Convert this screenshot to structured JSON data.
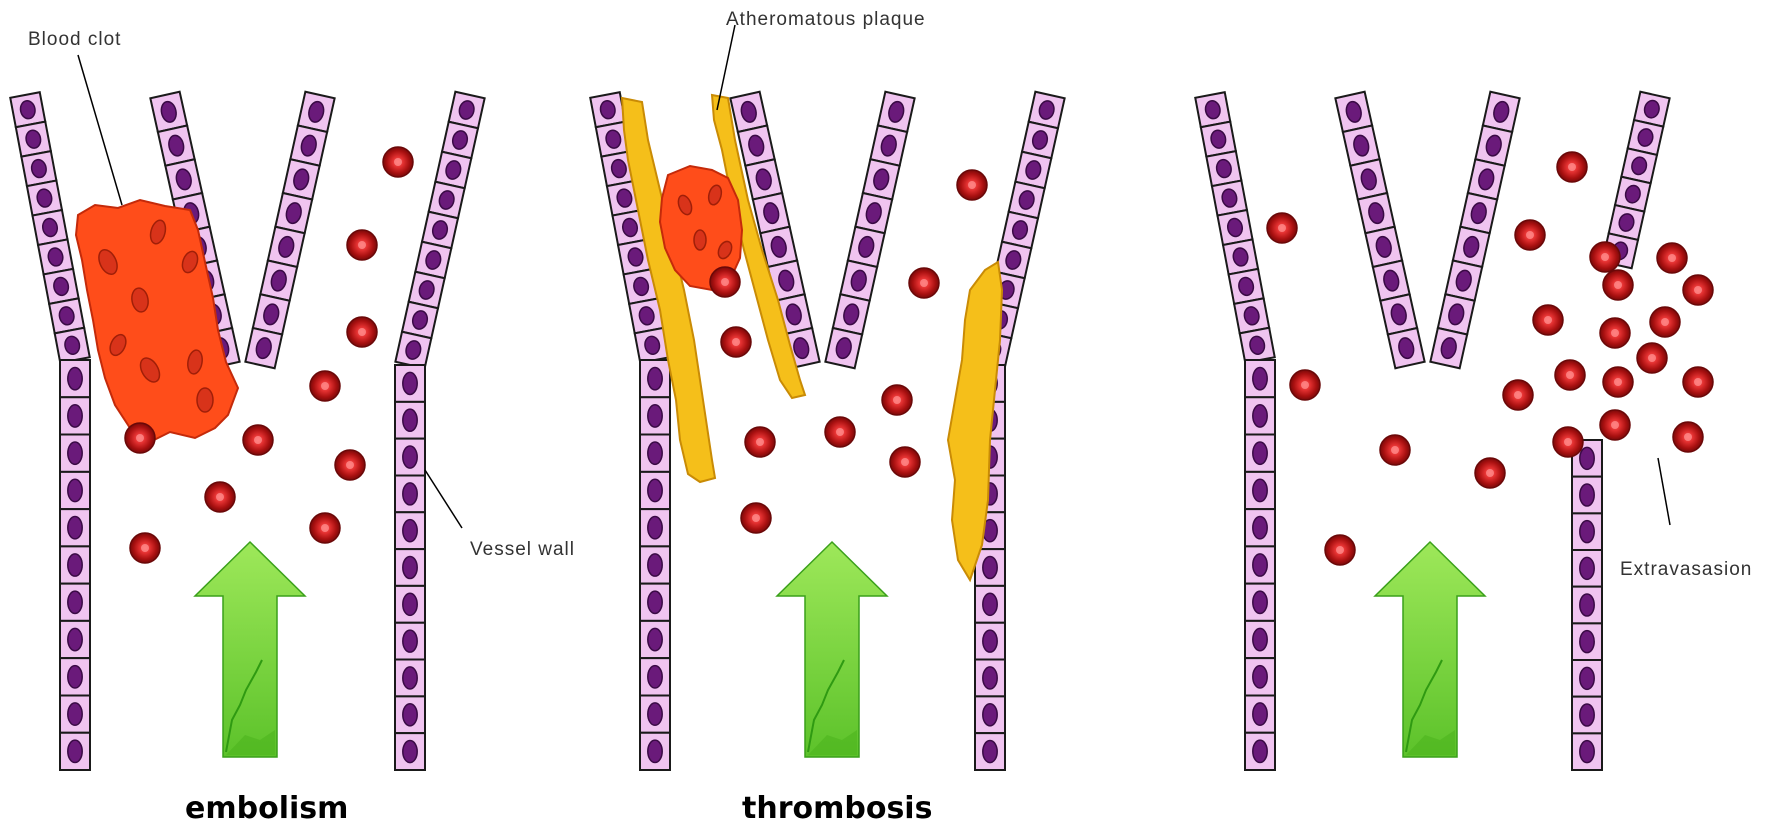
{
  "labels": {
    "blood_clot": "Blood clot",
    "atheromatous_plaque": "Atheromatous plaque",
    "vessel_wall": "Vessel wall",
    "extravasation": "Extravasasion"
  },
  "captions": {
    "embolism": "embolism",
    "thrombosis": "thrombosis"
  },
  "colors": {
    "cell_fill": "#f0c4f0",
    "cell_stroke": "#1a1a1a",
    "nucleus": "#6a1a7a",
    "blood_cell": "#a31212",
    "blood_cell_center": "#e05050",
    "clot": "#ff4d1a",
    "plaque": "#f5bf1a",
    "arrow": "#8ed84a"
  }
}
